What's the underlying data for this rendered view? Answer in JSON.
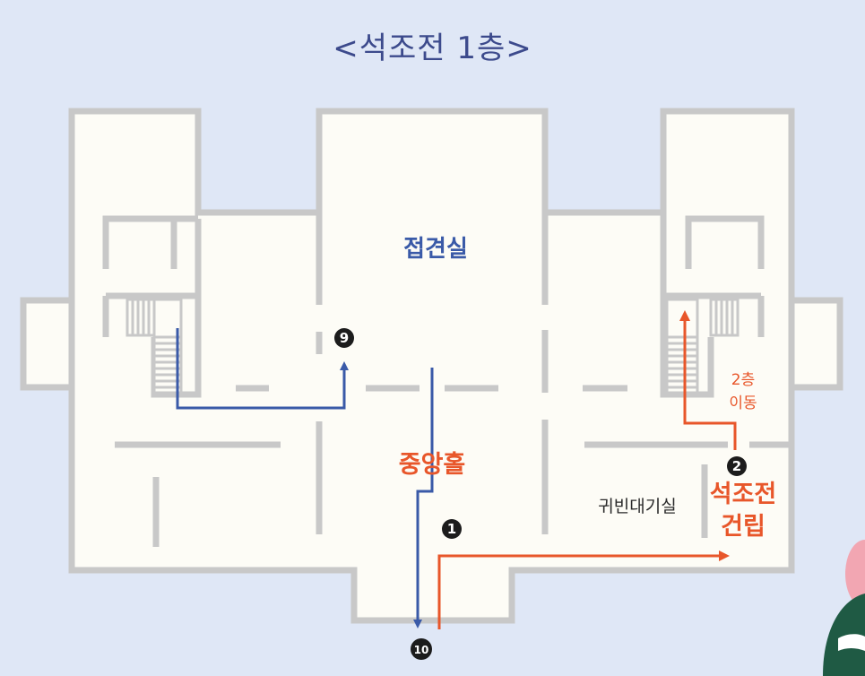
{
  "title": "<석조전 1층>",
  "rooms": {
    "reception": "접견실",
    "central_hall": "중앙홀",
    "guest_waiting": "귀빈대기실",
    "construction_line1": "석조전",
    "construction_line2": "건립",
    "to_second_floor_line1": "2층",
    "to_second_floor_line2": "이동"
  },
  "markers": {
    "m1": "1",
    "m2": "2",
    "m9": "9",
    "m10": "10"
  },
  "colors": {
    "background": "#dfe7f6",
    "wall": "#c8c8c8",
    "floor": "#fdfcf6",
    "route_blue": "#3a5aa8",
    "route_orange": "#e8562a"
  }
}
